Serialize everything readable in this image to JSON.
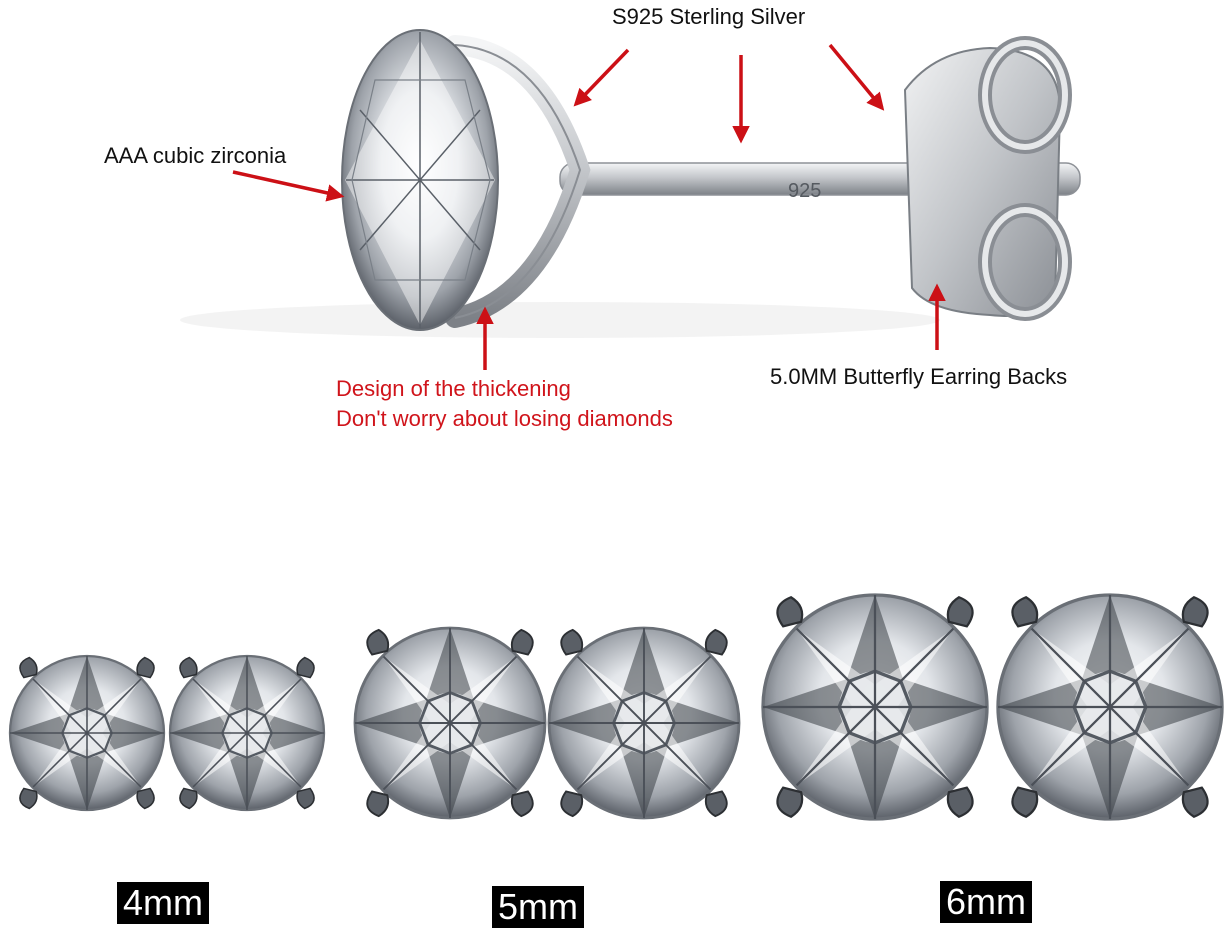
{
  "callouts": {
    "sterling_silver": "S925 Sterling Silver",
    "cubic_zirconia": "AAA cubic zirconia",
    "thickening_line1": "Design of the thickening",
    "thickening_line2": "Don't worry about losing diamonds",
    "butterfly_backs": "5.0MM Butterfly Earring Backs",
    "post_stamp": "925"
  },
  "sizes": [
    "4mm",
    "5mm",
    "6mm"
  ],
  "colors": {
    "callout_red": "#d0141b",
    "arrow_red": "#cc1016",
    "silver": "#c9cbcf",
    "tag_background": "#000000"
  }
}
